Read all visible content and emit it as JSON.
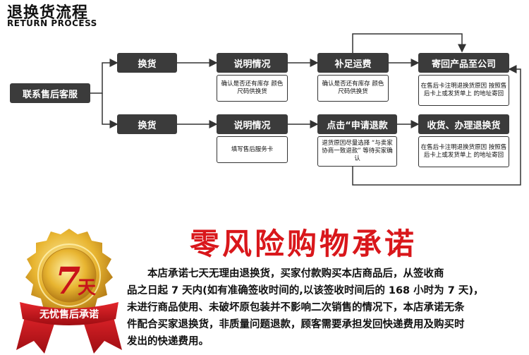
{
  "header": {
    "title_cn": "退换货流程",
    "title_en": "RETURN PROCESS"
  },
  "flow": {
    "start": "联系售后客服",
    "row1": {
      "step1": "换货",
      "step2": "说明情况",
      "step2_note": "确认是否还有库存 颜色尺码供换货",
      "step3": "补足运费",
      "step3_note": "确认是否还有库存 颜色尺码供换货",
      "step4": "寄回产品至公司",
      "step4_note": "在售后卡注明退换货原因 按照售后卡上或发货单上 的地址寄回"
    },
    "row2": {
      "step1": "换货",
      "step2": "说明情况",
      "step2_note": "填写售后服务卡",
      "step3": "点击“申请退款",
      "step3_note": "退货原因尽量选择 “与卖家协商一致退款” 等待买家确认",
      "step4": "收货、办理退换货",
      "step4_note": "在售后卡注明退换货原因 按照售后卡上或发货单上 的地址寄回"
    }
  },
  "badge": {
    "days": "7",
    "unit": "天",
    "ribbon": "无忧售后承诺"
  },
  "promise": {
    "title": "零风险购物承诺",
    "lines": [
      "　　本店承诺七天无理由退换货，买家付款购买本店商品后，从签收商",
      "品之日起 7 天内(如有准确签收时间的,以该签收时间后的 168 小时为 7 天)，",
      "未进行商品使用、未破坏原包装并不影响二次销售的情况下，本店承诺无条",
      "件配合买家退换货，非质量问题退款，顾客需要承担发回快递费用及购买时",
      "发出的快递费用。"
    ]
  },
  "colors": {
    "box_dark": "#3b3b3b",
    "promise_red": "#d9171b",
    "badge_gold": "#e8b531",
    "ribbon_red": "#c8121a"
  }
}
